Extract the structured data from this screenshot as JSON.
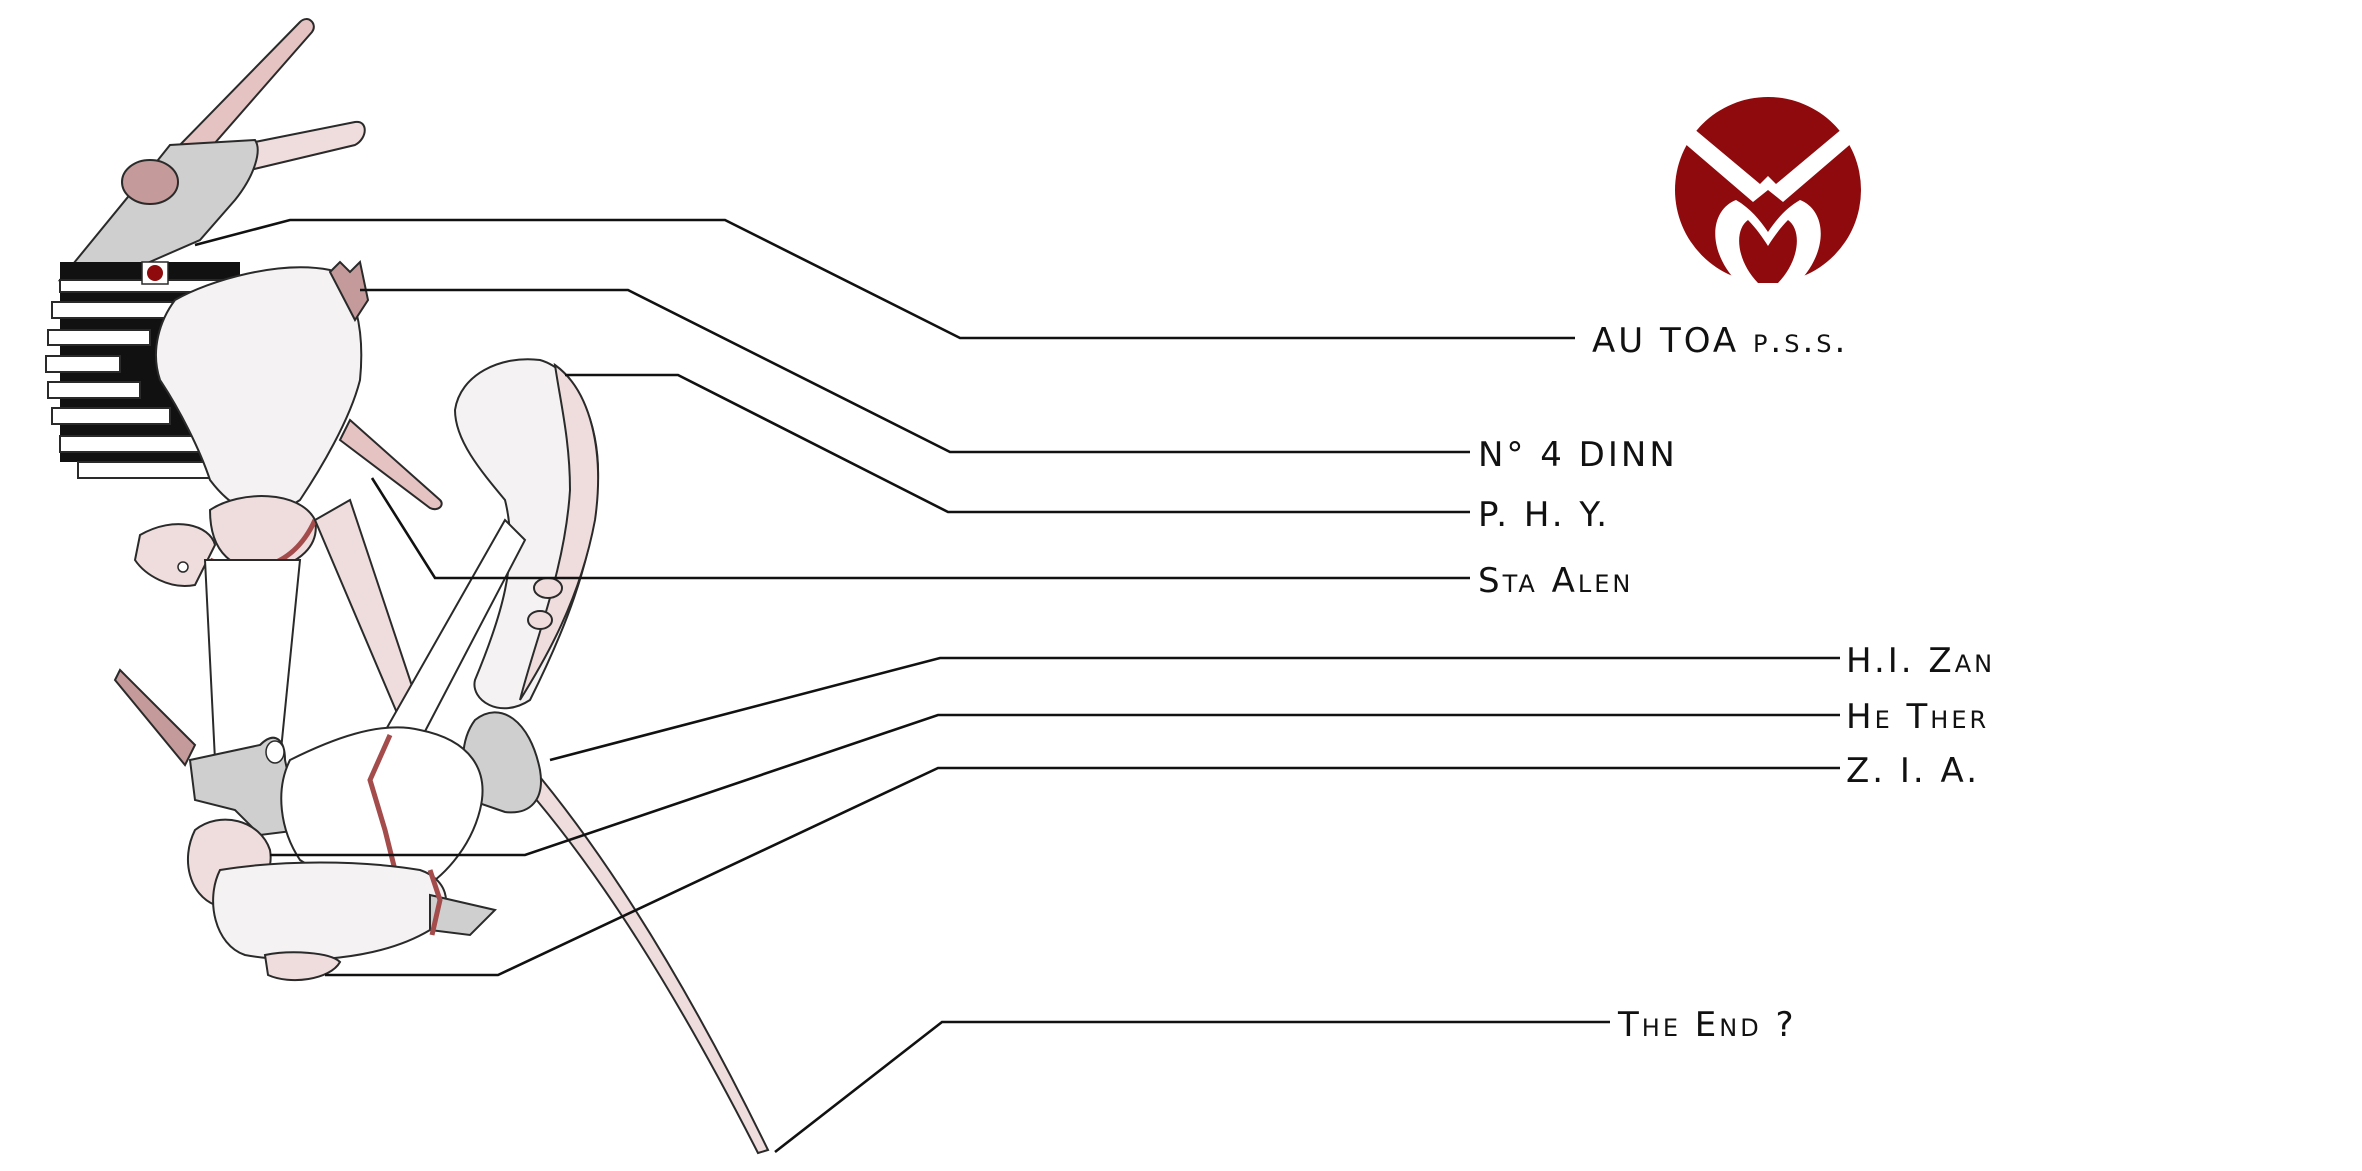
{
  "diagram": {
    "labels": [
      {
        "id": "autoa",
        "text": "AU TOA p.s.s."
      },
      {
        "id": "dinn",
        "text": "N° 4 DINN"
      },
      {
        "id": "phy",
        "text": "P.  H.  Y."
      },
      {
        "id": "sta",
        "text": "Sta Alen"
      },
      {
        "id": "hizan",
        "text": "H.I. Zan"
      },
      {
        "id": "hether",
        "text": "He Ther"
      },
      {
        "id": "zia",
        "text": "Z.  I.  A."
      },
      {
        "id": "end",
        "text": "The  End  ?"
      }
    ]
  },
  "colors": {
    "logo_red": "#8e0a0c",
    "ink": "#111111",
    "pale_pink": "#efdcdc",
    "mauve": "#c49a9a",
    "grey": "#cfcfcf",
    "bone": "#f4f2f2",
    "accent_red": "#a44b4b"
  },
  "icons": {
    "logo": "red-circle-emblem-icon"
  }
}
